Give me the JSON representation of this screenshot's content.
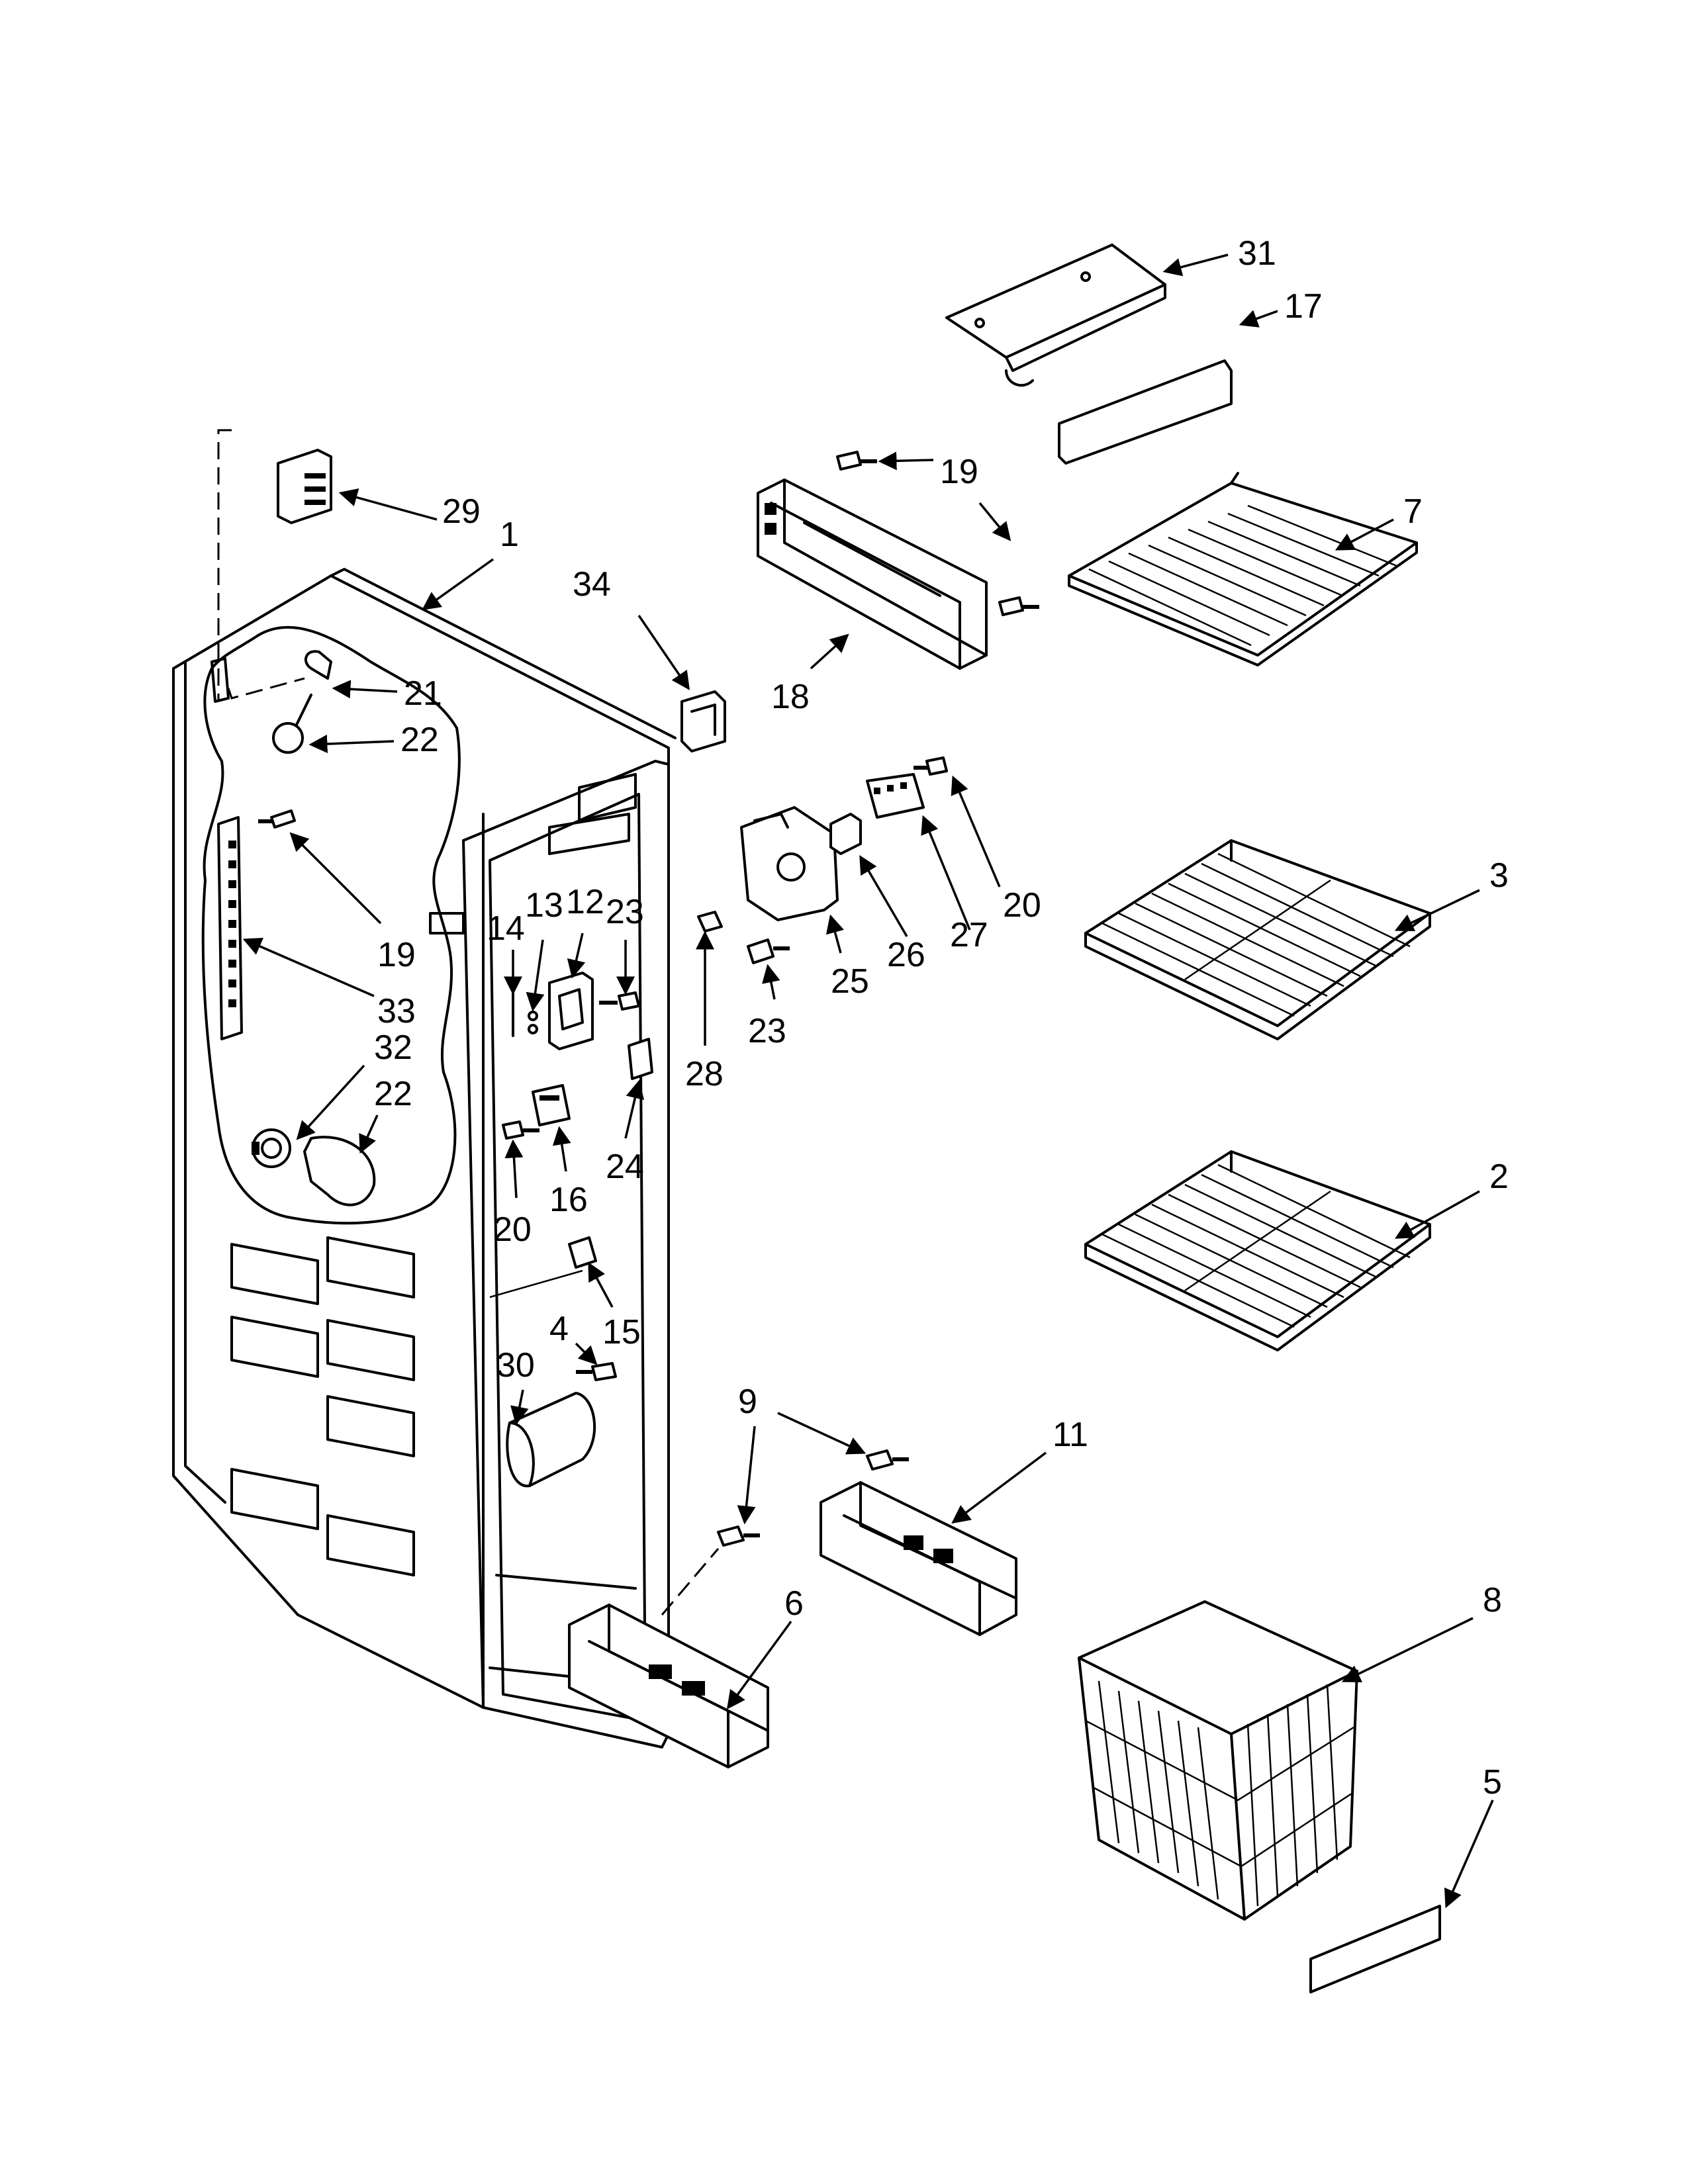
{
  "callouts": [
    {
      "id": "c31",
      "label": "31"
    },
    {
      "id": "c17",
      "label": "17"
    },
    {
      "id": "c19a",
      "label": "19"
    },
    {
      "id": "c7",
      "label": "7"
    },
    {
      "id": "c29",
      "label": "29"
    },
    {
      "id": "c1",
      "label": "1"
    },
    {
      "id": "c34",
      "label": "34"
    },
    {
      "id": "c18",
      "label": "18"
    },
    {
      "id": "c21",
      "label": "21"
    },
    {
      "id": "c22a",
      "label": "22"
    },
    {
      "id": "c20a",
      "label": "20"
    },
    {
      "id": "c27",
      "label": "27"
    },
    {
      "id": "c26",
      "label": "26"
    },
    {
      "id": "c3",
      "label": "3"
    },
    {
      "id": "c14",
      "label": "14"
    },
    {
      "id": "c13",
      "label": "13"
    },
    {
      "id": "c12",
      "label": "12"
    },
    {
      "id": "c23a",
      "label": "23"
    },
    {
      "id": "c19b",
      "label": "19"
    },
    {
      "id": "c33",
      "label": "33"
    },
    {
      "id": "c25",
      "label": "25"
    },
    {
      "id": "c23b",
      "label": "23"
    },
    {
      "id": "c28",
      "label": "28"
    },
    {
      "id": "c32",
      "label": "32"
    },
    {
      "id": "c22b",
      "label": "22"
    },
    {
      "id": "c24",
      "label": "24"
    },
    {
      "id": "c16",
      "label": "16"
    },
    {
      "id": "c20b",
      "label": "20"
    },
    {
      "id": "c2",
      "label": "2"
    },
    {
      "id": "c15",
      "label": "15"
    },
    {
      "id": "c4",
      "label": "4"
    },
    {
      "id": "c30",
      "label": "30"
    },
    {
      "id": "c9",
      "label": "9"
    },
    {
      "id": "c11",
      "label": "11"
    },
    {
      "id": "c6",
      "label": "6"
    },
    {
      "id": "c8",
      "label": "8"
    },
    {
      "id": "c5",
      "label": "5"
    }
  ]
}
